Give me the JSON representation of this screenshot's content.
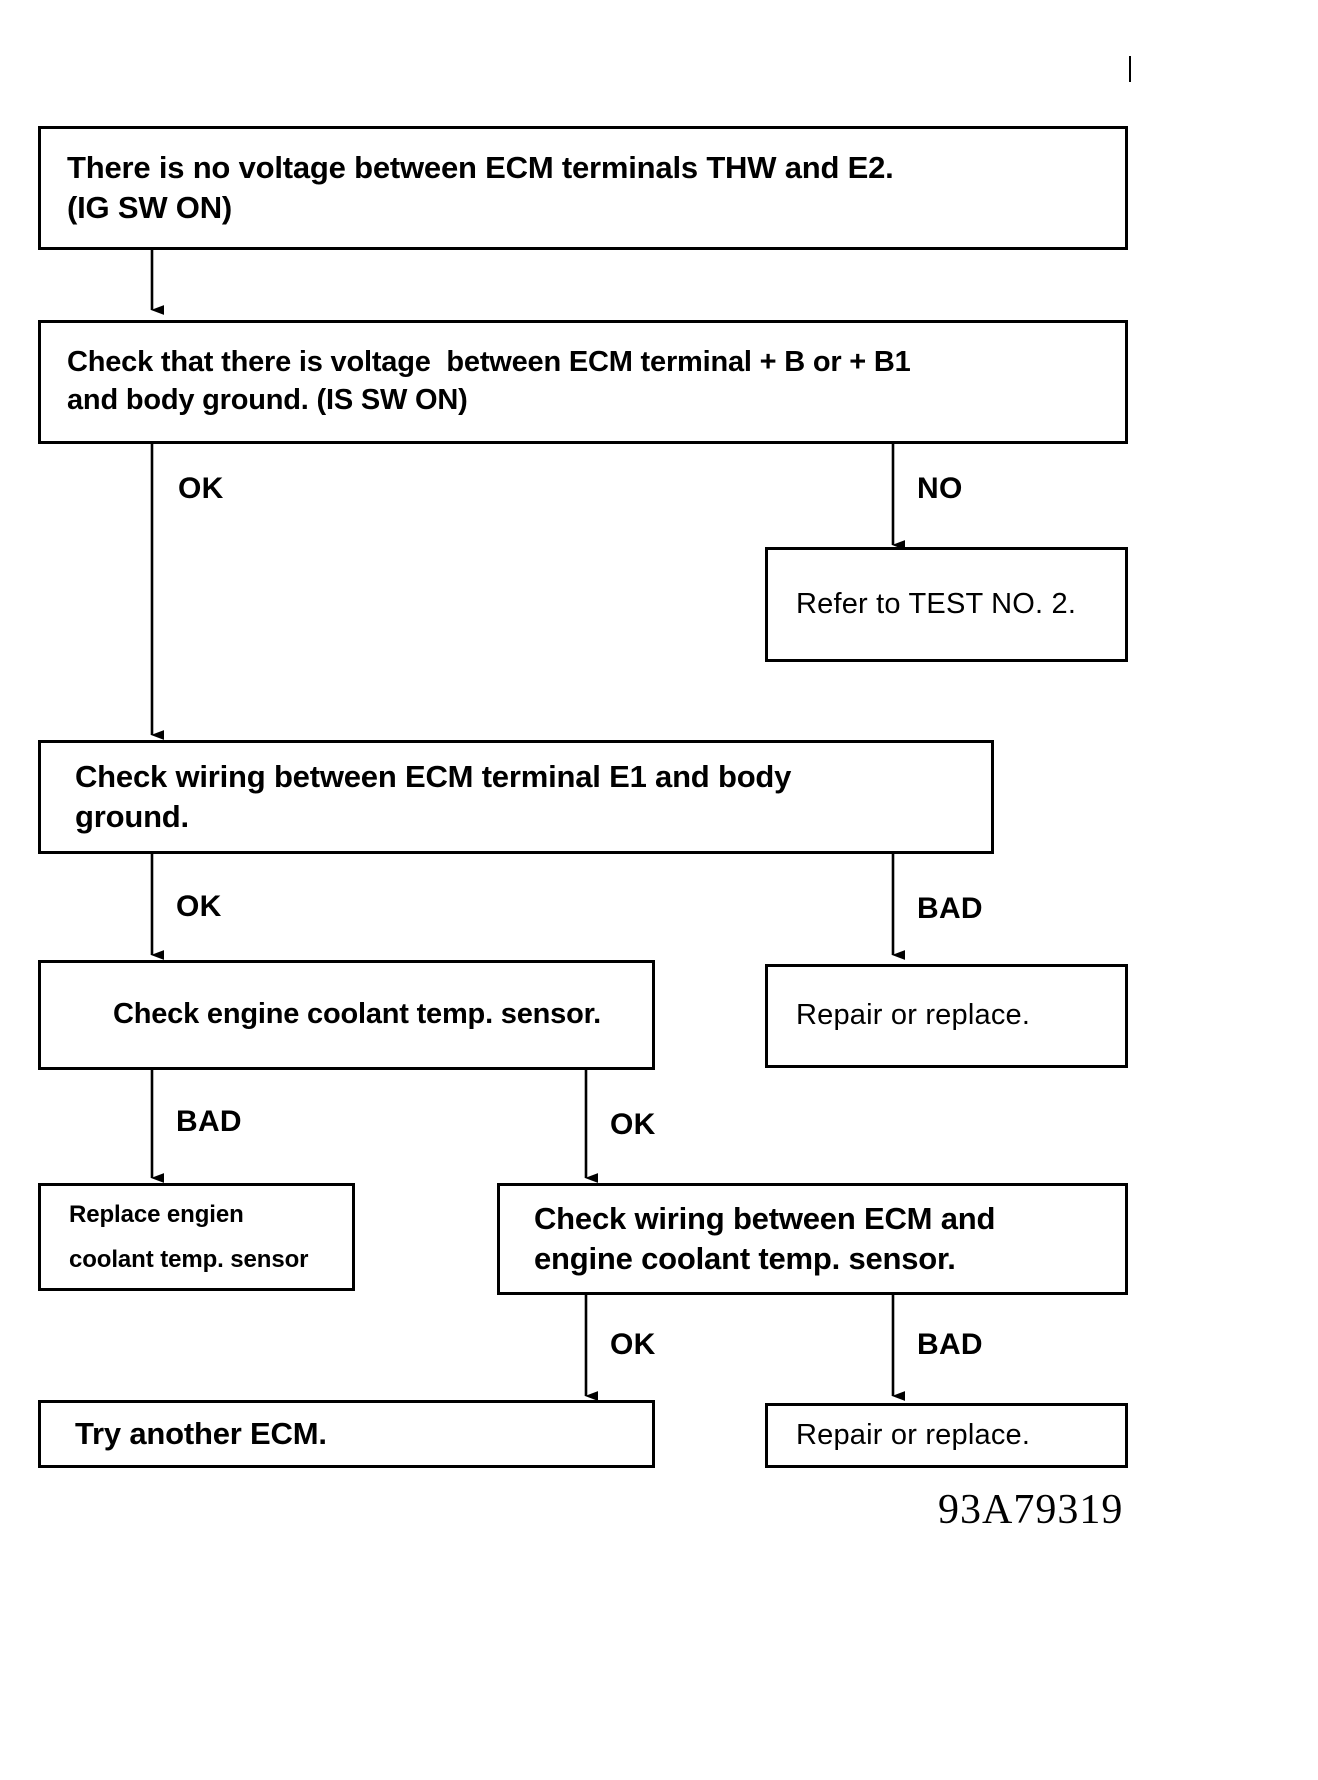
{
  "document": {
    "type": "troubleshooting-flowchart",
    "caption": "93A79319"
  },
  "nodes": [
    {
      "id": "n1",
      "name": "no-voltage-thw-e2",
      "lines": [
        "There is no voltage between ECM terminals THW and E2.",
        "(IG SW ON)"
      ]
    },
    {
      "id": "n2",
      "name": "check-voltage-b-b1",
      "lines": [
        "Check that there is voltage  between ECM terminal + B or + B1",
        "and body ground. (IS SW ON)"
      ]
    },
    {
      "id": "n3",
      "name": "refer-test-no-2",
      "lines": [
        "Refer to TEST NO. 2."
      ]
    },
    {
      "id": "n4",
      "name": "check-wiring-e1-ground",
      "lines": [
        "Check wiring between ECM terminal E1 and body",
        "ground."
      ]
    },
    {
      "id": "n5",
      "name": "check-coolant-temp-sensor",
      "lines": [
        "Check engine coolant temp. sensor."
      ]
    },
    {
      "id": "n6",
      "name": "repair-or-replace-wiring-e1",
      "lines": [
        "Repair or replace."
      ]
    },
    {
      "id": "n7",
      "name": "replace-coolant-temp-sensor",
      "lines": [
        "Replace engien",
        "coolant temp. sensor"
      ]
    },
    {
      "id": "n8",
      "name": "check-wiring-ecm-to-sensor",
      "lines": [
        "Check wiring between ECM and",
        "engine coolant temp. sensor."
      ]
    },
    {
      "id": "n9",
      "name": "try-another-ecm",
      "lines": [
        "Try another ECM."
      ]
    },
    {
      "id": "n10",
      "name": "repair-or-replace-sensor-wiring",
      "lines": [
        "Repair or replace."
      ]
    }
  ],
  "edges": [
    {
      "id": "e1",
      "name": "edge-n1-n2",
      "label": ""
    },
    {
      "id": "e2",
      "name": "edge-n2-n4-ok",
      "label": "OK"
    },
    {
      "id": "e3",
      "name": "edge-n2-n3-no",
      "label": "NO"
    },
    {
      "id": "e4",
      "name": "edge-n4-n5-ok",
      "label": "OK"
    },
    {
      "id": "e5",
      "name": "edge-n4-n6-bad",
      "label": "BAD"
    },
    {
      "id": "e6",
      "name": "edge-n5-n7-bad",
      "label": "BAD"
    },
    {
      "id": "e7",
      "name": "edge-n5-n8-ok",
      "label": "OK"
    },
    {
      "id": "e8",
      "name": "edge-n8-n9-ok",
      "label": "OK"
    },
    {
      "id": "e9",
      "name": "edge-n8-n10-bad",
      "label": "BAD"
    }
  ],
  "colors": {
    "ink": "#000000",
    "paper": "#ffffff"
  }
}
